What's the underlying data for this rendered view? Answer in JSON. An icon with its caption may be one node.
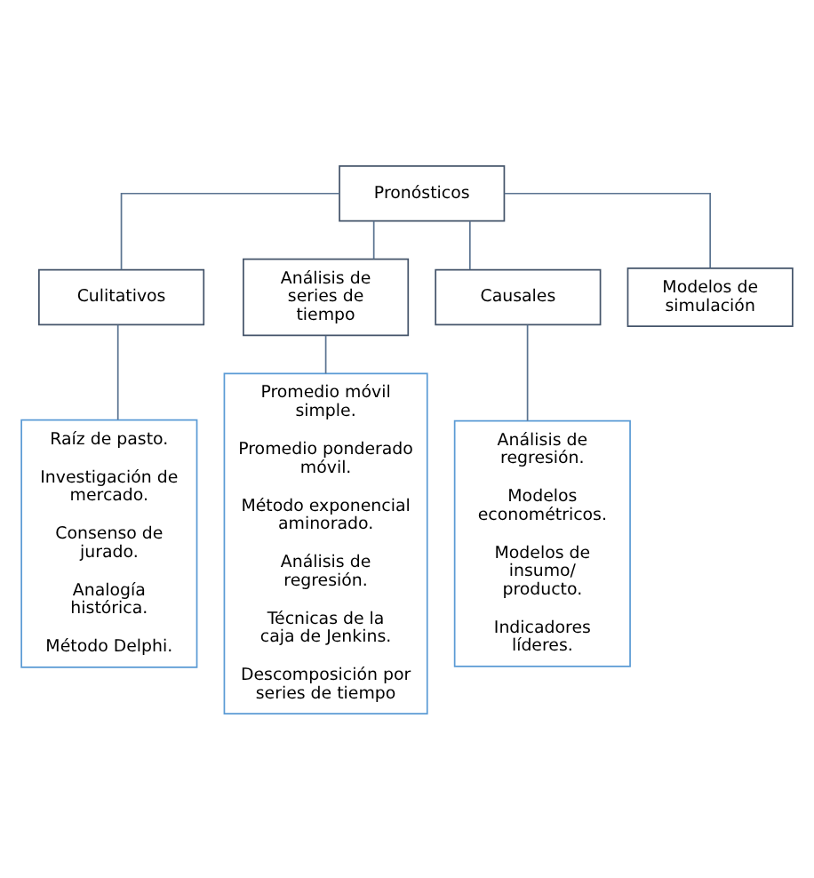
{
  "diagram": {
    "nodes": [
      {
        "text": [
          "Pronósticos"
        ]
      },
      {
        "text": [
          "Culitativos"
        ]
      },
      {
        "text": [
          "Análisis de series de tiempo"
        ]
      },
      {
        "text": [
          "Causales"
        ]
      },
      {
        "text": [
          "Modelos de simulación"
        ]
      },
      {
        "text": [
          "Raíz de pasto.",
          "Investigación de mercado.",
          "Consenso de jurado.",
          "Analogía histórica.",
          "Método Delphi."
        ]
      },
      {
        "text": [
          "Promedio móvil simple.",
          "Promedio ponderado móvil.",
          "Método exponencial aminorado.",
          "Análisis de regresión.",
          "Técnicas de la caja de Jenkins.",
          "Descomposición por series de tiempo"
        ]
      },
      {
        "text": [
          "Análisis de regresión.",
          "Modelos econométricos.",
          "Modelos de insumo/ producto.",
          "Indicadores líderes."
        ]
      }
    ],
    "edges": [
      {
        "from": 0,
        "to": 1,
        "arrow": "none"
      },
      {
        "from": 0,
        "to": 2,
        "arrow": "none"
      },
      {
        "from": 0,
        "to": 3,
        "arrow": "none"
      },
      {
        "from": 0,
        "to": 4,
        "arrow": "none"
      },
      {
        "from": 1,
        "to": 5,
        "arrow": "none"
      },
      {
        "from": 2,
        "to": 6,
        "arrow": "none"
      },
      {
        "from": 3,
        "to": 7,
        "arrow": "none"
      }
    ]
  }
}
